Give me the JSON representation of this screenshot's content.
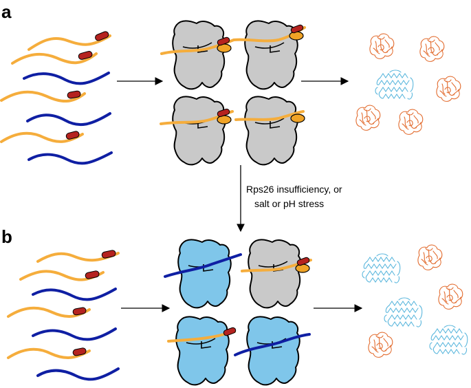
{
  "panels": [
    {
      "label": "a"
    },
    {
      "label": "b"
    }
  ],
  "stress_caption": {
    "line1": "Rps26 insufficiency, or",
    "line2": "salt or pH stress"
  },
  "colors": {
    "mrna_orange": "#f5ad3c",
    "mrna_blue": "#0f1fa3",
    "kozak_red": "#b5231f",
    "ribosome_gray": "#c9c9c9",
    "ribosome_blue": "#7fc6ea",
    "rps26_orange": "#f0a326",
    "protein_orange": "#e26a2c",
    "protein_blue": "#5bb7dd"
  }
}
